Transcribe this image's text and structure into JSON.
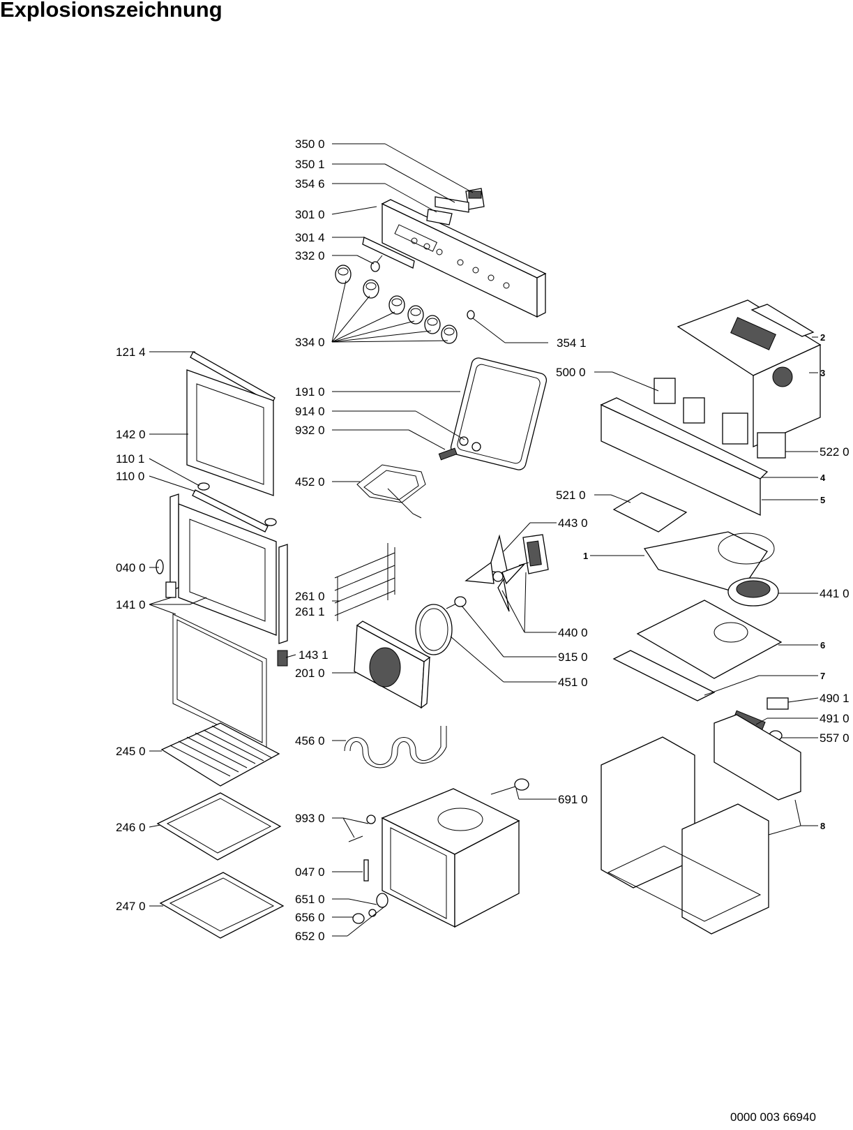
{
  "title": "Explosionszeichnung",
  "document_number": "0000 003 66940",
  "labels": {
    "l3500": "350 0",
    "l3501": "350 1",
    "l3546": "354 6",
    "l3010": "301 0",
    "l3014": "301 4",
    "l3320": "332 0",
    "l3340": "334 0",
    "l3541": "354 1",
    "l1214": "121 4",
    "l1420": "142 0",
    "l1101": "110 1",
    "l1100": "110 0",
    "l0400": "040 0",
    "l1410": "141 0",
    "l1431": "143 1",
    "l2450": "245 0",
    "l2460": "246 0",
    "l2470": "247 0",
    "l1910": "191 0",
    "l9140": "914 0",
    "l9320": "932 0",
    "l4520": "452 0",
    "l2610": "261 0",
    "l2611": "261 1",
    "l2010": "201 0",
    "l4560": "456 0",
    "l9930": "993 0",
    "l0470": "047 0",
    "l6510": "651 0",
    "l6560": "656 0",
    "l6520": "652 0",
    "l4430": "443 0",
    "l4400": "440 0",
    "l9150": "915 0",
    "l4510": "451 0",
    "l6910": "691 0",
    "l5000": "500 0",
    "l5210": "521 0",
    "l5220": "522 0",
    "l4410": "441 0",
    "l4901": "490 1",
    "l4910": "491 0",
    "l5570": "557 0",
    "n1": "1",
    "n2": "2",
    "n3": "3",
    "n4": "4",
    "n5": "5",
    "n6": "6",
    "n7": "7",
    "n8": "8"
  }
}
